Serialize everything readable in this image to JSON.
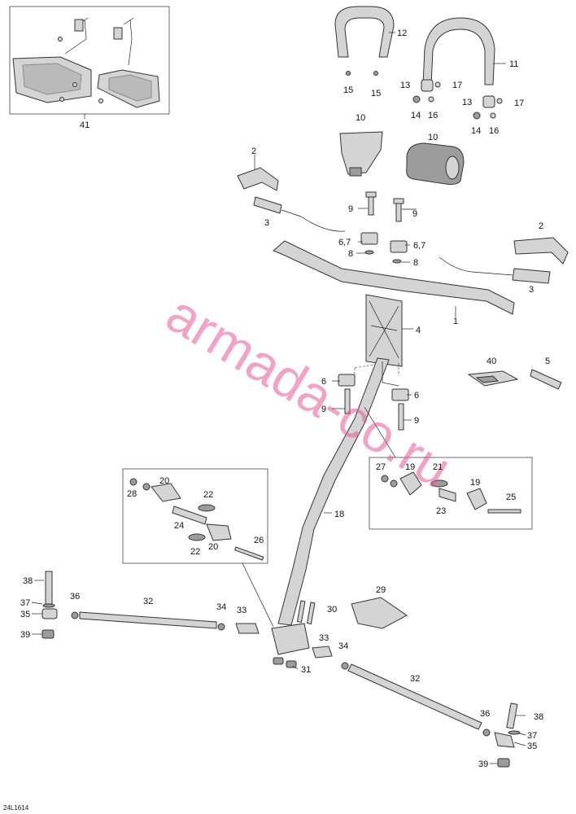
{
  "diagram": {
    "code": "24L1614",
    "watermark": "armada-co.ru",
    "labels": [
      {
        "id": "p41",
        "text": "41"
      },
      {
        "id": "p12",
        "text": "12"
      },
      {
        "id": "p15a",
        "text": "15"
      },
      {
        "id": "p15b",
        "text": "15"
      },
      {
        "id": "p11",
        "text": "11"
      },
      {
        "id": "p13a",
        "text": "13"
      },
      {
        "id": "p17a",
        "text": "17"
      },
      {
        "id": "p14a",
        "text": "14"
      },
      {
        "id": "p16a",
        "text": "16"
      },
      {
        "id": "p13b",
        "text": "13"
      },
      {
        "id": "p17b",
        "text": "17"
      },
      {
        "id": "p14b",
        "text": "14"
      },
      {
        "id": "p16b",
        "text": "16"
      },
      {
        "id": "p10a",
        "text": "10"
      },
      {
        "id": "p10b",
        "text": "10"
      },
      {
        "id": "p2a",
        "text": "2"
      },
      {
        "id": "p3a",
        "text": "3"
      },
      {
        "id": "p9a",
        "text": "9"
      },
      {
        "id": "p9b",
        "text": "9"
      },
      {
        "id": "p67a",
        "text": "6,7"
      },
      {
        "id": "p67b",
        "text": "6,7"
      },
      {
        "id": "p8a",
        "text": "8"
      },
      {
        "id": "p8b",
        "text": "8"
      },
      {
        "id": "p2b",
        "text": "2"
      },
      {
        "id": "p3b",
        "text": "3"
      },
      {
        "id": "p1",
        "text": "1"
      },
      {
        "id": "p4",
        "text": "4"
      },
      {
        "id": "p40",
        "text": "40"
      },
      {
        "id": "p5",
        "text": "5"
      },
      {
        "id": "p6a",
        "text": "6"
      },
      {
        "id": "p6b",
        "text": "6"
      },
      {
        "id": "p9c",
        "text": "9"
      },
      {
        "id": "p9d",
        "text": "9"
      },
      {
        "id": "p27",
        "text": "27"
      },
      {
        "id": "p19a",
        "text": "19"
      },
      {
        "id": "p21",
        "text": "21"
      },
      {
        "id": "p19b",
        "text": "19"
      },
      {
        "id": "p25",
        "text": "25"
      },
      {
        "id": "p23",
        "text": "23"
      },
      {
        "id": "p28",
        "text": "28"
      },
      {
        "id": "p20a",
        "text": "20"
      },
      {
        "id": "p22a",
        "text": "22"
      },
      {
        "id": "p24",
        "text": "24"
      },
      {
        "id": "p22b",
        "text": "22"
      },
      {
        "id": "p20b",
        "text": "20"
      },
      {
        "id": "p26",
        "text": "26"
      },
      {
        "id": "p18",
        "text": "18"
      },
      {
        "id": "p38a",
        "text": "38"
      },
      {
        "id": "p37a",
        "text": "37"
      },
      {
        "id": "p35a",
        "text": "35"
      },
      {
        "id": "p39a",
        "text": "39"
      },
      {
        "id": "p36a",
        "text": "36"
      },
      {
        "id": "p32a",
        "text": "32"
      },
      {
        "id": "p34a",
        "text": "34"
      },
      {
        "id": "p33a",
        "text": "33"
      },
      {
        "id": "p30",
        "text": "30"
      },
      {
        "id": "p29",
        "text": "29"
      },
      {
        "id": "p33b",
        "text": "33"
      },
      {
        "id": "p34b",
        "text": "34"
      },
      {
        "id": "p31",
        "text": "31"
      },
      {
        "id": "p32b",
        "text": "32"
      },
      {
        "id": "p36b",
        "text": "36"
      },
      {
        "id": "p38b",
        "text": "38"
      },
      {
        "id": "p37b",
        "text": "37"
      },
      {
        "id": "p35b",
        "text": "35"
      },
      {
        "id": "p39b",
        "text": "39"
      }
    ]
  }
}
